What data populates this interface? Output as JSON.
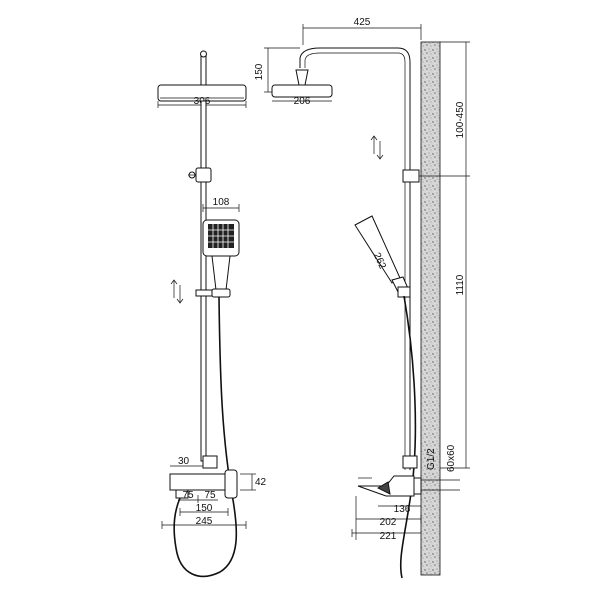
{
  "dimensions": {
    "top_width": "425",
    "arm_drop": "150",
    "head_front": "306",
    "head_side": "206",
    "slide_range_top": "100-450",
    "hand_width": "108",
    "hand_length": "262",
    "rail_height": "1110",
    "bracket": "60x60",
    "wall_gap": "G1/2",
    "mixer_offset": "30",
    "mixer_height": "42",
    "spout_a": "75",
    "spout_b": "75",
    "mixer_base": "150",
    "mixer_total": "245",
    "side_136": "136",
    "side_202": "202",
    "side_221": "221"
  },
  "colors": {
    "ink": "#111111",
    "wall": "#cccccc"
  }
}
